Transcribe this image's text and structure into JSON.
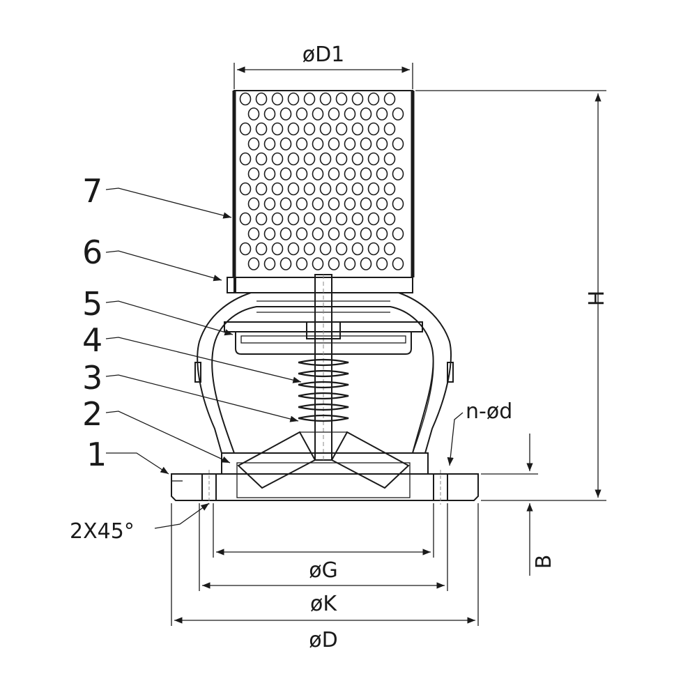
{
  "part_numbers": [
    "1",
    "2",
    "3",
    "4",
    "5",
    "6",
    "7"
  ],
  "dimensions": {
    "D1": "øD1",
    "G": "øG",
    "K": "øK",
    "D": "øD",
    "H": "H",
    "B": "B",
    "nd": "n-ød",
    "chamfer": "2X45°"
  }
}
